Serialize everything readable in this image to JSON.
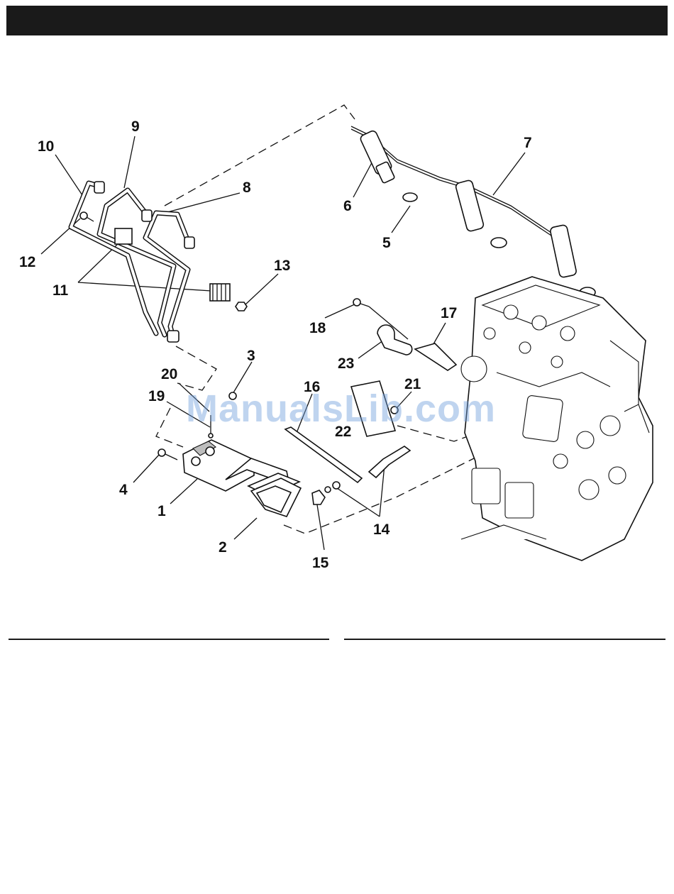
{
  "callouts": [
    {
      "label": "1"
    },
    {
      "label": "2"
    },
    {
      "label": "3"
    },
    {
      "label": "4"
    },
    {
      "label": "5"
    },
    {
      "label": "6"
    },
    {
      "label": "7"
    },
    {
      "label": "8"
    },
    {
      "label": "9"
    },
    {
      "label": "10"
    },
    {
      "label": "11"
    },
    {
      "label": "12"
    },
    {
      "label": "13"
    },
    {
      "label": "14"
    },
    {
      "label": "15"
    },
    {
      "label": "16"
    },
    {
      "label": "17"
    },
    {
      "label": "18"
    },
    {
      "label": "19"
    },
    {
      "label": "20"
    },
    {
      "label": "21"
    },
    {
      "label": "22"
    },
    {
      "label": "23"
    }
  ],
  "watermark": "ManualsLib.com",
  "colors": {
    "header": "#1a1a1a",
    "watermark": "#70a0dc"
  }
}
